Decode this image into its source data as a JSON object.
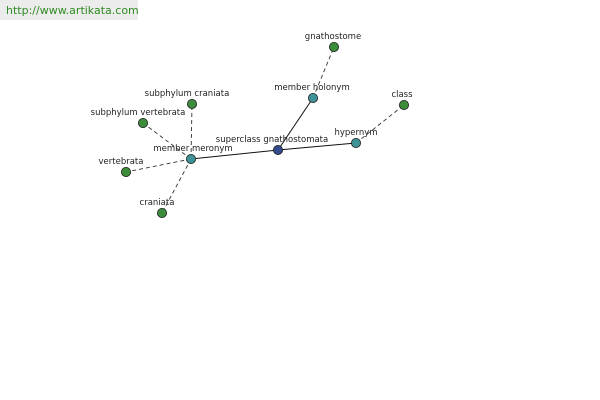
{
  "header": {
    "url": "http://www.artikata.com"
  },
  "colors": {
    "center": "#334c8a",
    "relation": "#3f9296",
    "leaf": "#3c8c3a",
    "solid_edge": "#111111",
    "dashed_edge": "#333333",
    "url_text": "#2f8a23"
  },
  "graph": {
    "nodes": [
      {
        "id": "center",
        "label": "superclass gnathostomata",
        "kind": "center"
      },
      {
        "id": "holonym",
        "label": "member holonym",
        "kind": "relation"
      },
      {
        "id": "hypernym",
        "label": "hypernym",
        "kind": "relation"
      },
      {
        "id": "meronym",
        "label": "member meronym",
        "kind": "relation"
      },
      {
        "id": "gnathostome",
        "label": "gnathostome",
        "kind": "leaf"
      },
      {
        "id": "class",
        "label": "class",
        "kind": "leaf"
      },
      {
        "id": "subcraniata",
        "label": "subphylum craniata",
        "kind": "leaf"
      },
      {
        "id": "subvertebrata",
        "label": "subphylum vertebrata",
        "kind": "leaf"
      },
      {
        "id": "vertebrata",
        "label": "vertebrata",
        "kind": "leaf"
      },
      {
        "id": "craniata",
        "label": "craniata",
        "kind": "leaf"
      }
    ],
    "edges": [
      {
        "from": "center",
        "to": "holonym",
        "style": "solid"
      },
      {
        "from": "center",
        "to": "hypernym",
        "style": "solid"
      },
      {
        "from": "center",
        "to": "meronym",
        "style": "solid"
      },
      {
        "from": "holonym",
        "to": "gnathostome",
        "style": "dashed"
      },
      {
        "from": "hypernym",
        "to": "class",
        "style": "dashed"
      },
      {
        "from": "meronym",
        "to": "subcraniata",
        "style": "dashed"
      },
      {
        "from": "meronym",
        "to": "subvertebrata",
        "style": "dashed"
      },
      {
        "from": "meronym",
        "to": "vertebrata",
        "style": "dashed"
      },
      {
        "from": "meronym",
        "to": "craniata",
        "style": "dashed"
      }
    ]
  }
}
